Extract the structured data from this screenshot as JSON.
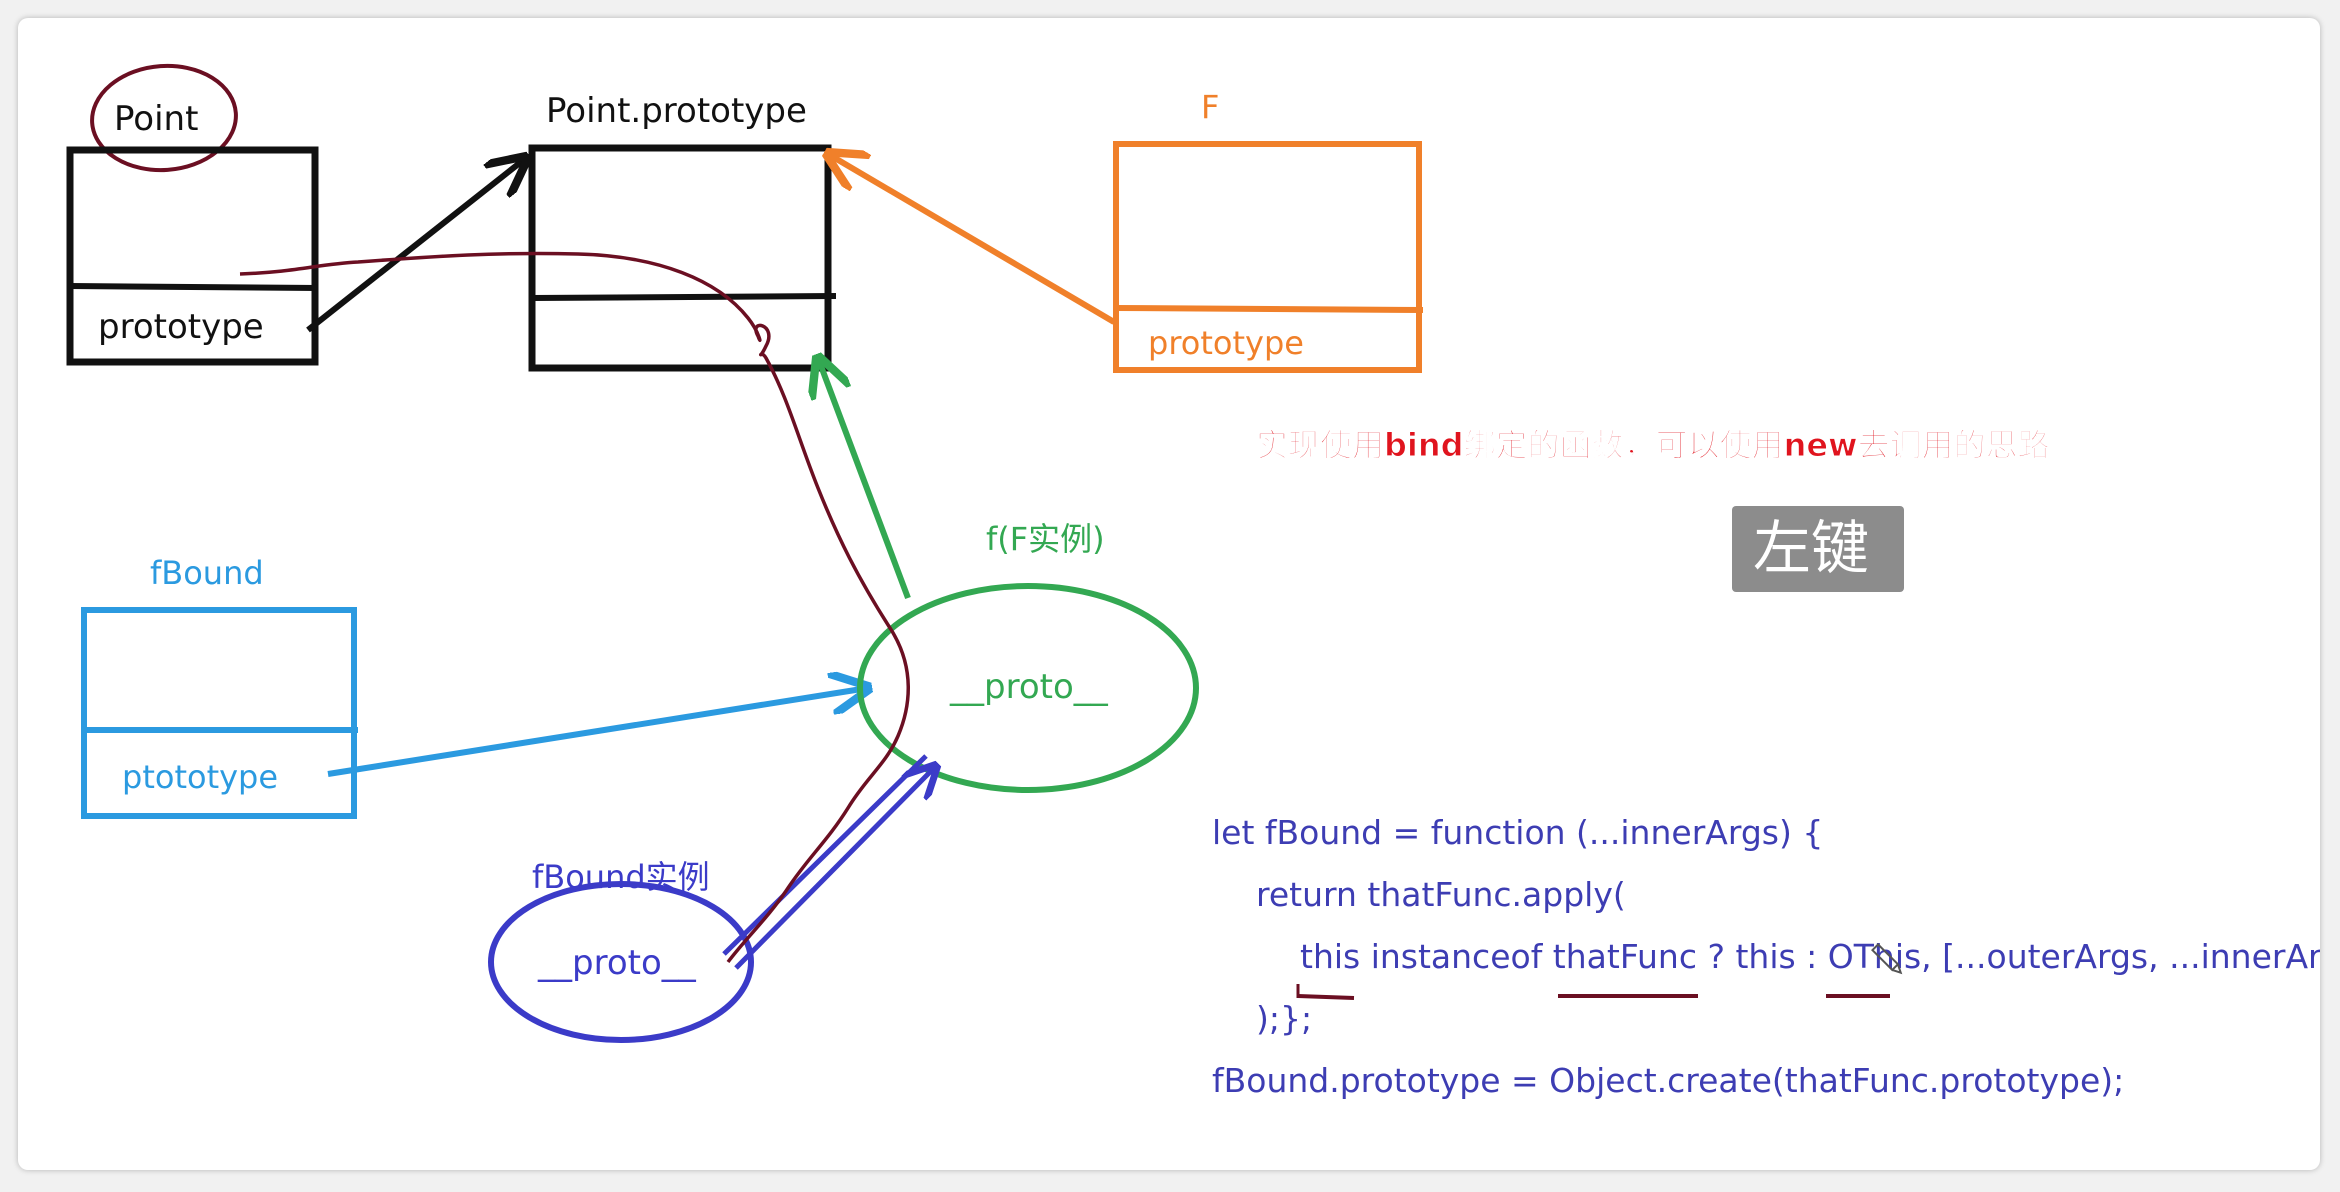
{
  "colors": {
    "black": "#111111",
    "maroon": "#6b0f22",
    "orange": "#f0802a",
    "green": "#33a852",
    "blue": "#2b9ae0",
    "indigo": "#3b3bc8",
    "code": "#3d3db3",
    "title_red": "#e0141e"
  },
  "point": {
    "title": "Point",
    "prototype_label": "prototype"
  },
  "point_prototype": {
    "title": "Point.prototype"
  },
  "f_box": {
    "title": "F",
    "prototype_label": "prototype"
  },
  "fbound_box": {
    "title": "fBound",
    "prototype_label": "ptototype"
  },
  "f_instance": {
    "title": "f(F实例)",
    "proto_label": "__proto__"
  },
  "fbound_instance": {
    "title": "fBound实例",
    "proto_label": "__proto__"
  },
  "caption": "实现使用bind绑定的函数，可以使用new去调用的思路",
  "tooltip": "左键",
  "code": {
    "line1": "let fBound = function (...innerArgs) {",
    "line2": "return thatFunc.apply(",
    "line3": "this instanceof thatFunc ? this : OThis, [...outerArgs, ...innerAr",
    "line4": ");};",
    "line5": "fBound.prototype = Object.create(thatFunc.prototype);"
  }
}
